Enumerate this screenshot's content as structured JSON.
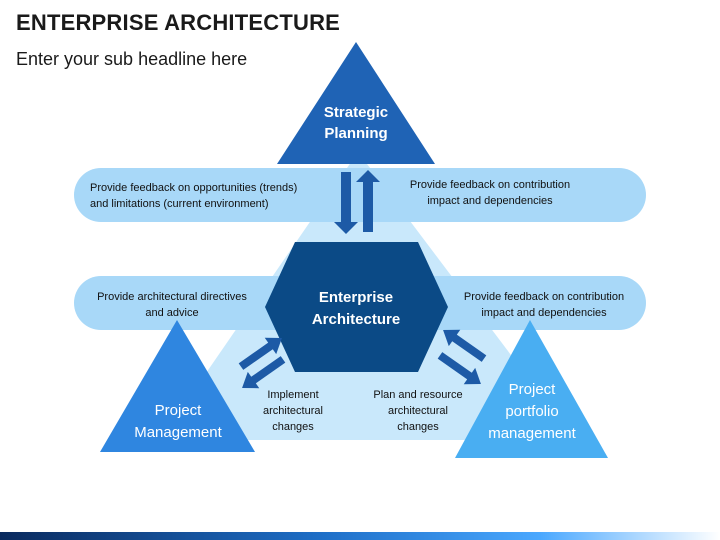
{
  "header": {
    "title": "ENTERPRISE ARCHITECTURE",
    "subtitle": "Enter your sub headline here"
  },
  "nodes": {
    "center": [
      "Enterprise",
      "Architecture"
    ],
    "top": [
      "Strategic",
      "Planning"
    ],
    "left": [
      "Project",
      "Management"
    ],
    "right": [
      "Project",
      "portfolio",
      "management"
    ]
  },
  "labels": {
    "top_left": [
      "Provide feedback on  opportunities (trends)",
      "and limitations (current environment)"
    ],
    "top_right": [
      "Provide feedback on  contribution",
      "impact and dependencies"
    ],
    "mid_left": [
      "Provide architectural directives",
      "and advice"
    ],
    "mid_right": [
      "Provide feedback on  contribution",
      "impact and dependencies"
    ],
    "bottom_left": [
      "Implement",
      "architectural",
      "changes"
    ],
    "bottom_right": [
      "Plan and resource",
      "architectural",
      "changes"
    ]
  },
  "colors": {
    "dark_blue": "#1f63b5",
    "hexagon": "#0b4a86",
    "light_band": "#a8d8f8",
    "pale_triangle": "#c9e8fb",
    "medium_blue": "#2f86e0",
    "light_blue": "#49aef2",
    "arrow": "#1d5aa6"
  }
}
